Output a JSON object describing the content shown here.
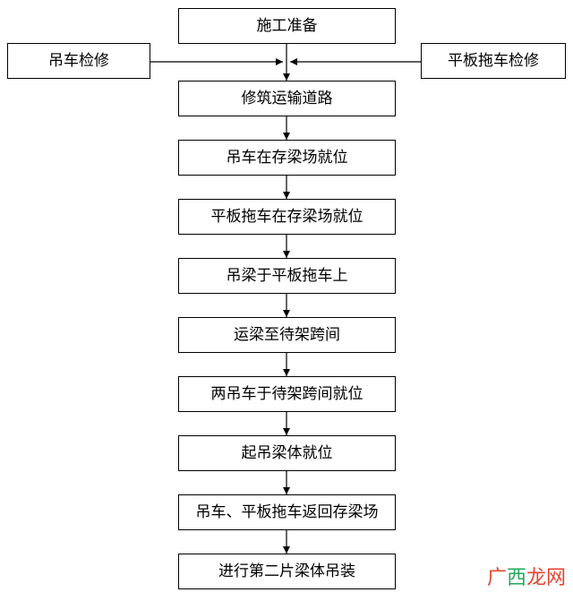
{
  "flow": {
    "steps": [
      "施工准备",
      "修筑运输道路",
      "吊车在存梁场就位",
      "平板拖车在存梁场就位",
      "吊梁于平板拖车上",
      "运梁至待架跨间",
      "两吊车于待架跨间就位",
      "起吊梁体就位",
      "吊车、平板拖车返回存梁场",
      "进行第二片梁体吊装"
    ],
    "side_left": "吊车检修",
    "side_right": "平板拖车检修"
  },
  "watermark": {
    "part1": "广",
    "part2": "西",
    "part3": "龙网"
  }
}
